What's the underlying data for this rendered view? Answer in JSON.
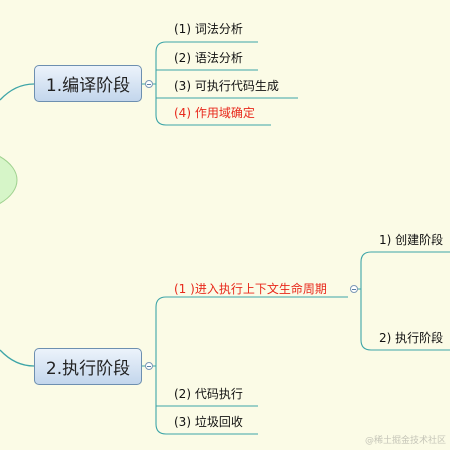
{
  "nodes": {
    "compile": {
      "label": "1.编译阶段"
    },
    "execute": {
      "label": "2.执行阶段"
    }
  },
  "compile_children": [
    {
      "label": "(1) 词法分析"
    },
    {
      "label": "(2) 语法分析"
    },
    {
      "label": "(3) 可执行代码生成"
    },
    {
      "label": "(4) 作用域确定"
    }
  ],
  "execute_children": [
    {
      "label": "(1 )进入执行上下文生命周期"
    },
    {
      "label": "(2) 代码执行"
    },
    {
      "label": "(3) 垃圾回收"
    }
  ],
  "lifecycle_children": [
    {
      "label": "1) 创建阶段"
    },
    {
      "label": "2) 执行阶段"
    }
  ],
  "colors": {
    "line": "#3ea5a8",
    "node_border": "#6d8fb0",
    "highlight_text": "#e8291c",
    "root_fill": "#d6f5c8"
  },
  "watermark": "@稀土掘金技术社区"
}
